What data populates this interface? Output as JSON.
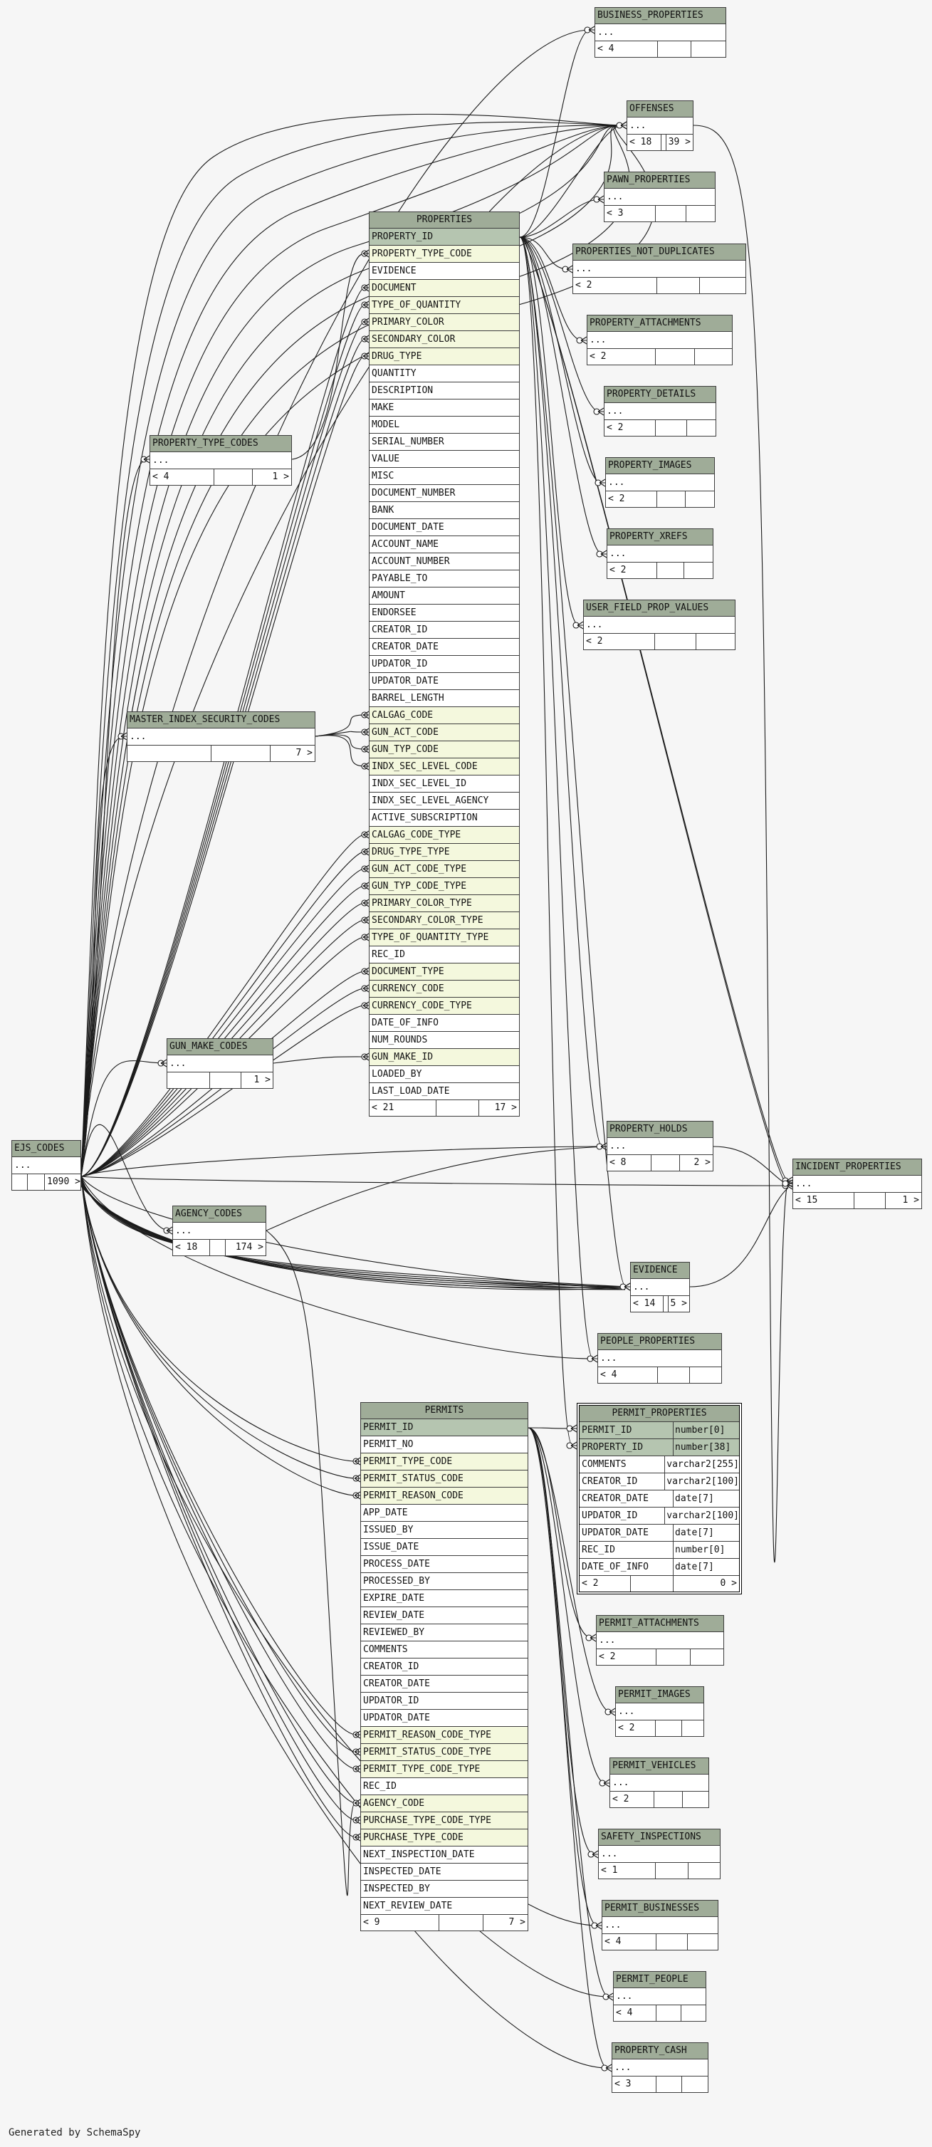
{
  "credit": "Generated by SchemaSpy",
  "tables": {
    "business_properties": {
      "name": "BUSINESS_PROPERTIES",
      "body": "...",
      "parents": "< 4",
      "children": ""
    },
    "offenses": {
      "name": "OFFENSES",
      "body": "...",
      "parents": "< 18",
      "children": "39 >"
    },
    "pawn_properties": {
      "name": "PAWN_PROPERTIES",
      "body": "...",
      "parents": "< 3",
      "children": ""
    },
    "properties_not_duplicates": {
      "name": "PROPERTIES_NOT_DUPLICATES",
      "body": "...",
      "parents": "< 2",
      "children": ""
    },
    "property_attachments": {
      "name": "PROPERTY_ATTACHMENTS",
      "body": "...",
      "parents": "< 2",
      "children": ""
    },
    "property_details": {
      "name": "PROPERTY_DETAILS",
      "body": "...",
      "parents": "< 2",
      "children": ""
    },
    "property_images": {
      "name": "PROPERTY_IMAGES",
      "body": "...",
      "parents": "< 2",
      "children": ""
    },
    "property_xrefs": {
      "name": "PROPERTY_XREFS",
      "body": "...",
      "parents": "< 2",
      "children": ""
    },
    "user_field_prop_values": {
      "name": "USER_FIELD_PROP_VALUES",
      "body": "...",
      "parents": "< 2",
      "children": ""
    },
    "property_type_codes": {
      "name": "PROPERTY_TYPE_CODES",
      "body": "...",
      "parents": "< 4",
      "children": "1 >"
    },
    "master_index_security_codes": {
      "name": "MASTER_INDEX_SECURITY_CODES",
      "body": "...",
      "parents": "",
      "children": "7 >"
    },
    "gun_make_codes": {
      "name": "GUN_MAKE_CODES",
      "body": "...",
      "parents": "",
      "children": "1 >"
    },
    "ejs_codes": {
      "name": "EJS_CODES",
      "body": "...",
      "parents": "",
      "children": "1090 >"
    },
    "agency_codes": {
      "name": "AGENCY_CODES",
      "body": "...",
      "parents": "< 18",
      "children": "174 >"
    },
    "property_holds": {
      "name": "PROPERTY_HOLDS",
      "body": "...",
      "parents": "< 8",
      "children": "2 >"
    },
    "incident_properties": {
      "name": "INCIDENT_PROPERTIES",
      "body": "...",
      "parents": "< 15",
      "children": "1 >"
    },
    "evidence": {
      "name": "EVIDENCE",
      "body": "...",
      "parents": "< 14",
      "children": "5 >"
    },
    "people_properties": {
      "name": "PEOPLE_PROPERTIES",
      "body": "...",
      "parents": "< 4",
      "children": ""
    },
    "permit_attachments": {
      "name": "PERMIT_ATTACHMENTS",
      "body": "...",
      "parents": "< 2",
      "children": ""
    },
    "permit_images": {
      "name": "PERMIT_IMAGES",
      "body": "...",
      "parents": "< 2",
      "children": ""
    },
    "permit_vehicles": {
      "name": "PERMIT_VEHICLES",
      "body": "...",
      "parents": "< 2",
      "children": ""
    },
    "safety_inspections": {
      "name": "SAFETY_INSPECTIONS",
      "body": "...",
      "parents": "< 1",
      "children": ""
    },
    "permit_businesses": {
      "name": "PERMIT_BUSINESSES",
      "body": "...",
      "parents": "< 4",
      "children": ""
    },
    "permit_people": {
      "name": "PERMIT_PEOPLE",
      "body": "...",
      "parents": "< 4",
      "children": ""
    },
    "property_cash": {
      "name": "PROPERTY_CASH",
      "body": "...",
      "parents": "< 3",
      "children": ""
    },
    "properties": {
      "name": "PROPERTIES",
      "columns": [
        {
          "name": "PROPERTY_ID",
          "kind": "pk"
        },
        {
          "name": "PROPERTY_TYPE_CODE",
          "kind": "fk"
        },
        {
          "name": "EVIDENCE",
          "kind": ""
        },
        {
          "name": "DOCUMENT",
          "kind": "fk"
        },
        {
          "name": "TYPE_OF_QUANTITY",
          "kind": "fk"
        },
        {
          "name": "PRIMARY_COLOR",
          "kind": "fk"
        },
        {
          "name": "SECONDARY_COLOR",
          "kind": "fk"
        },
        {
          "name": "DRUG_TYPE",
          "kind": "fk"
        },
        {
          "name": "QUANTITY",
          "kind": ""
        },
        {
          "name": "DESCRIPTION",
          "kind": ""
        },
        {
          "name": "MAKE",
          "kind": ""
        },
        {
          "name": "MODEL",
          "kind": ""
        },
        {
          "name": "SERIAL_NUMBER",
          "kind": ""
        },
        {
          "name": "VALUE",
          "kind": ""
        },
        {
          "name": "MISC",
          "kind": ""
        },
        {
          "name": "DOCUMENT_NUMBER",
          "kind": ""
        },
        {
          "name": "BANK",
          "kind": ""
        },
        {
          "name": "DOCUMENT_DATE",
          "kind": ""
        },
        {
          "name": "ACCOUNT_NAME",
          "kind": ""
        },
        {
          "name": "ACCOUNT_NUMBER",
          "kind": ""
        },
        {
          "name": "PAYABLE_TO",
          "kind": ""
        },
        {
          "name": "AMOUNT",
          "kind": ""
        },
        {
          "name": "ENDORSEE",
          "kind": ""
        },
        {
          "name": "CREATOR_ID",
          "kind": ""
        },
        {
          "name": "CREATOR_DATE",
          "kind": ""
        },
        {
          "name": "UPDATOR_ID",
          "kind": ""
        },
        {
          "name": "UPDATOR_DATE",
          "kind": ""
        },
        {
          "name": "BARREL_LENGTH",
          "kind": ""
        },
        {
          "name": "CALGAG_CODE",
          "kind": "fk"
        },
        {
          "name": "GUN_ACT_CODE",
          "kind": "fk"
        },
        {
          "name": "GUN_TYP_CODE",
          "kind": "fk"
        },
        {
          "name": "INDX_SEC_LEVEL_CODE",
          "kind": "fk"
        },
        {
          "name": "INDX_SEC_LEVEL_ID",
          "kind": ""
        },
        {
          "name": "INDX_SEC_LEVEL_AGENCY",
          "kind": ""
        },
        {
          "name": "ACTIVE_SUBSCRIPTION",
          "kind": ""
        },
        {
          "name": "CALGAG_CODE_TYPE",
          "kind": "fk"
        },
        {
          "name": "DRUG_TYPE_TYPE",
          "kind": "fk"
        },
        {
          "name": "GUN_ACT_CODE_TYPE",
          "kind": "fk"
        },
        {
          "name": "GUN_TYP_CODE_TYPE",
          "kind": "fk"
        },
        {
          "name": "PRIMARY_COLOR_TYPE",
          "kind": "fk"
        },
        {
          "name": "SECONDARY_COLOR_TYPE",
          "kind": "fk"
        },
        {
          "name": "TYPE_OF_QUANTITY_TYPE",
          "kind": "fk"
        },
        {
          "name": "REC_ID",
          "kind": ""
        },
        {
          "name": "DOCUMENT_TYPE",
          "kind": "fk"
        },
        {
          "name": "CURRENCY_CODE",
          "kind": "fk"
        },
        {
          "name": "CURRENCY_CODE_TYPE",
          "kind": "fk"
        },
        {
          "name": "DATE_OF_INFO",
          "kind": ""
        },
        {
          "name": "NUM_ROUNDS",
          "kind": ""
        },
        {
          "name": "GUN_MAKE_ID",
          "kind": "fk"
        },
        {
          "name": "LOADED_BY",
          "kind": ""
        },
        {
          "name": "LAST_LOAD_DATE",
          "kind": ""
        }
      ],
      "parents": "< 21",
      "children": "17 >"
    },
    "permits": {
      "name": "PERMITS",
      "columns": [
        {
          "name": "PERMIT_ID",
          "kind": "pk"
        },
        {
          "name": "PERMIT_NO",
          "kind": ""
        },
        {
          "name": "PERMIT_TYPE_CODE",
          "kind": "fk"
        },
        {
          "name": "PERMIT_STATUS_CODE",
          "kind": "fk"
        },
        {
          "name": "PERMIT_REASON_CODE",
          "kind": "fk"
        },
        {
          "name": "APP_DATE",
          "kind": ""
        },
        {
          "name": "ISSUED_BY",
          "kind": ""
        },
        {
          "name": "ISSUE_DATE",
          "kind": ""
        },
        {
          "name": "PROCESS_DATE",
          "kind": ""
        },
        {
          "name": "PROCESSED_BY",
          "kind": ""
        },
        {
          "name": "EXPIRE_DATE",
          "kind": ""
        },
        {
          "name": "REVIEW_DATE",
          "kind": ""
        },
        {
          "name": "REVIEWED_BY",
          "kind": ""
        },
        {
          "name": "COMMENTS",
          "kind": ""
        },
        {
          "name": "CREATOR_ID",
          "kind": ""
        },
        {
          "name": "CREATOR_DATE",
          "kind": ""
        },
        {
          "name": "UPDATOR_ID",
          "kind": ""
        },
        {
          "name": "UPDATOR_DATE",
          "kind": ""
        },
        {
          "name": "PERMIT_REASON_CODE_TYPE",
          "kind": "fk"
        },
        {
          "name": "PERMIT_STATUS_CODE_TYPE",
          "kind": "fk"
        },
        {
          "name": "PERMIT_TYPE_CODE_TYPE",
          "kind": "fk"
        },
        {
          "name": "REC_ID",
          "kind": ""
        },
        {
          "name": "AGENCY_CODE",
          "kind": "fk"
        },
        {
          "name": "PURCHASE_TYPE_CODE_TYPE",
          "kind": "fk"
        },
        {
          "name": "PURCHASE_TYPE_CODE",
          "kind": "fk"
        },
        {
          "name": "NEXT_INSPECTION_DATE",
          "kind": ""
        },
        {
          "name": "INSPECTED_DATE",
          "kind": ""
        },
        {
          "name": "INSPECTED_BY",
          "kind": ""
        },
        {
          "name": "NEXT_REVIEW_DATE",
          "kind": ""
        }
      ],
      "parents": "< 9",
      "children": "7 >"
    },
    "permit_properties": {
      "name": "PERMIT_PROPERTIES",
      "columns": [
        {
          "name": "PERMIT_ID",
          "type": "number[0]",
          "kind": "pk"
        },
        {
          "name": "PROPERTY_ID",
          "type": "number[38]",
          "kind": "pk"
        },
        {
          "name": "COMMENTS",
          "type": "varchar2[255]",
          "kind": ""
        },
        {
          "name": "CREATOR_ID",
          "type": "varchar2[100]",
          "kind": ""
        },
        {
          "name": "CREATOR_DATE",
          "type": "date[7]",
          "kind": ""
        },
        {
          "name": "UPDATOR_ID",
          "type": "varchar2[100]",
          "kind": ""
        },
        {
          "name": "UPDATOR_DATE",
          "type": "date[7]",
          "kind": ""
        },
        {
          "name": "REC_ID",
          "type": "number[0]",
          "kind": ""
        },
        {
          "name": "DATE_OF_INFO",
          "type": "date[7]",
          "kind": ""
        }
      ],
      "parents": "< 2",
      "children": "0 >"
    }
  }
}
